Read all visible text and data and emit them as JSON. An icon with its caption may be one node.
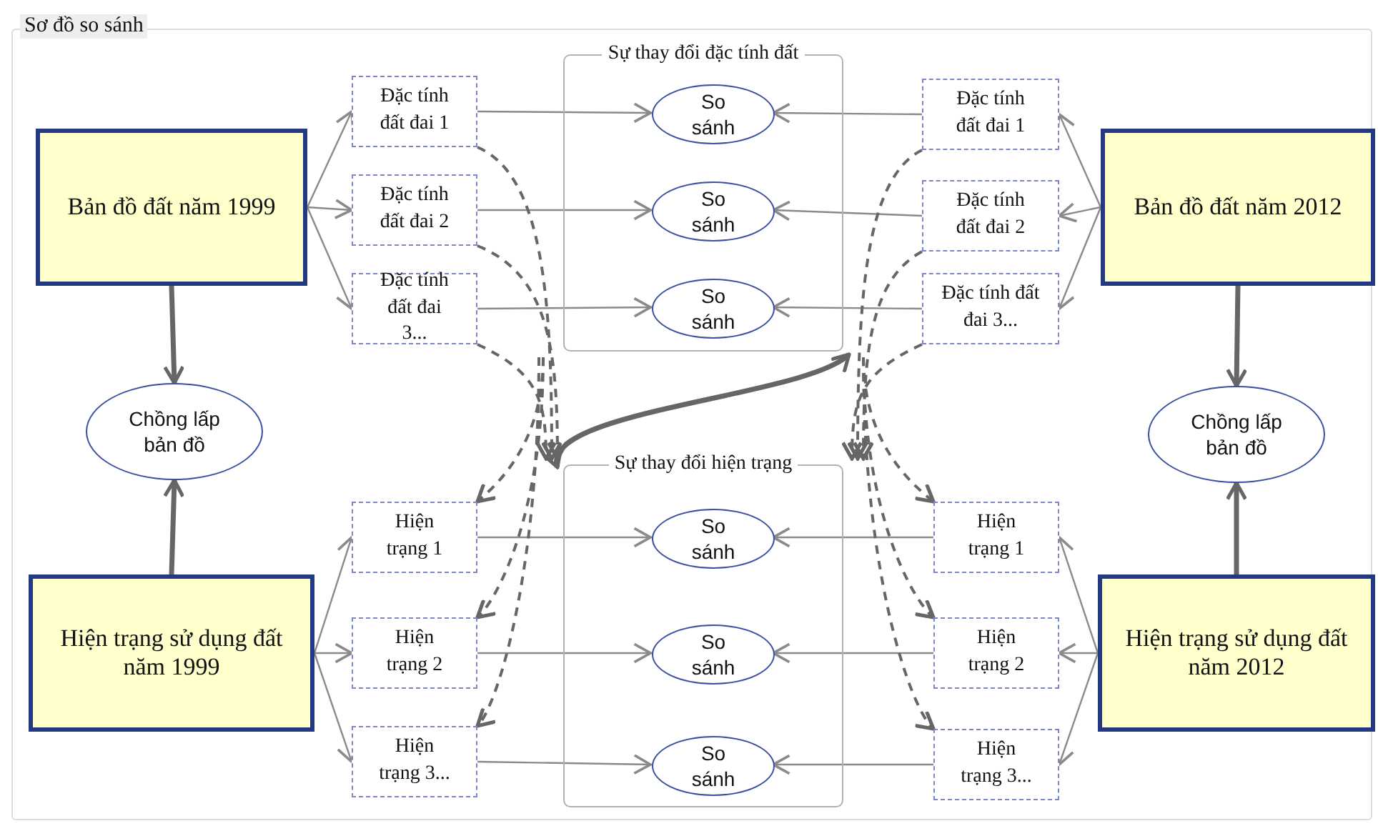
{
  "diagram": {
    "title": "Sơ đồ so sánh",
    "nodes": [
      {
        "text": [
          "Bản đồ đất năm 1999"
        ]
      },
      {
        "text": [
          "Đặc tính đất đai 1"
        ]
      },
      {
        "text": [
          "Đặc tính đất đai 2"
        ]
      },
      {
        "text": [
          "Đặc tính đất đai 3..."
        ]
      },
      {
        "text": [
          "Sự thay đổi đặc tính đất"
        ]
      },
      {
        "text": [
          "So sánh"
        ],
        "in": 4
      },
      {
        "text": [
          "So sánh"
        ],
        "in": 4
      },
      {
        "text": [
          "So sánh"
        ],
        "in": 4
      },
      {
        "text": [
          "Đặc tính đất đai 1"
        ]
      },
      {
        "text": [
          "Đặc tính đất đai 2"
        ]
      },
      {
        "text": [
          "Đặc tính đất đai 3..."
        ]
      },
      {
        "text": [
          "Bản đồ đất năm 2012"
        ]
      },
      {
        "text": [
          "Chồng lấp bản đồ"
        ]
      },
      {
        "text": [
          "Chồng lấp bản đồ"
        ]
      },
      {
        "text": [
          "Hiện trạng sử dụng đất năm 1999"
        ]
      },
      {
        "text": [
          "Hiện trạng 1"
        ]
      },
      {
        "text": [
          "Hiện trạng 2"
        ]
      },
      {
        "text": [
          "Hiện trạng 3..."
        ]
      },
      {
        "text": [
          "Sự thay đổi hiện trạng"
        ]
      },
      {
        "text": [
          "So sánh"
        ],
        "in": 18
      },
      {
        "text": [
          "So sánh"
        ],
        "in": 18
      },
      {
        "text": [
          "So sánh"
        ],
        "in": 18
      },
      {
        "text": [
          "Hiện trạng 1"
        ]
      },
      {
        "text": [
          "Hiện trạng 2"
        ]
      },
      {
        "text": [
          "Hiện trạng 3..."
        ]
      },
      {
        "text": [
          "Hiện trạng sử dụng đất năm 2012"
        ]
      }
    ],
    "edges": [
      {
        "from": 0,
        "to": 1,
        "arrow": "to"
      },
      {
        "from": 0,
        "to": 2,
        "arrow": "to"
      },
      {
        "from": 0,
        "to": 3,
        "arrow": "to"
      },
      {
        "from": 1,
        "to": 5,
        "arrow": "to"
      },
      {
        "from": 2,
        "to": 6,
        "arrow": "to"
      },
      {
        "from": 3,
        "to": 7,
        "arrow": "to"
      },
      {
        "from": 8,
        "to": 5,
        "arrow": "to"
      },
      {
        "from": 9,
        "to": 6,
        "arrow": "to"
      },
      {
        "from": 10,
        "to": 7,
        "arrow": "to"
      },
      {
        "from": 11,
        "to": 8,
        "arrow": "to"
      },
      {
        "from": 11,
        "to": 9,
        "arrow": "to"
      },
      {
        "from": 11,
        "to": 10,
        "arrow": "to"
      },
      {
        "from": 0,
        "to": 12,
        "arrow": "to",
        "style": "thick",
        "color": "#666666"
      },
      {
        "from": 14,
        "to": 12,
        "arrow": "to",
        "style": "thick",
        "color": "#666666"
      },
      {
        "from": 11,
        "to": 13,
        "arrow": "to",
        "style": "thick",
        "color": "#666666"
      },
      {
        "from": 25,
        "to": 13,
        "arrow": "to",
        "style": "thick",
        "color": "#666666"
      },
      {
        "from": 14,
        "to": 15,
        "arrow": "to"
      },
      {
        "from": 14,
        "to": 16,
        "arrow": "to"
      },
      {
        "from": 14,
        "to": 17,
        "arrow": "to"
      },
      {
        "from": 15,
        "to": 19,
        "arrow": "to"
      },
      {
        "from": 16,
        "to": 20,
        "arrow": "to"
      },
      {
        "from": 17,
        "to": 21,
        "arrow": "to"
      },
      {
        "from": 22,
        "to": 19,
        "arrow": "to"
      },
      {
        "from": 23,
        "to": 20,
        "arrow": "to"
      },
      {
        "from": 24,
        "to": 21,
        "arrow": "to"
      },
      {
        "from": 25,
        "to": 22,
        "arrow": "to"
      },
      {
        "from": 25,
        "to": 23,
        "arrow": "to"
      },
      {
        "from": 25,
        "to": 24,
        "arrow": "to"
      },
      {
        "from": 18,
        "to": 4,
        "arrow": "both",
        "style": "thick",
        "color": "#666666"
      },
      {
        "from": 1,
        "to": 18,
        "arrow": "to",
        "style": "dashed",
        "color": "#666666"
      },
      {
        "from": 2,
        "to": 18,
        "arrow": "to",
        "style": "dashed",
        "color": "#666666"
      },
      {
        "from": 3,
        "to": 18,
        "arrow": "to",
        "style": "dashed",
        "color": "#666666"
      },
      {
        "from": 8,
        "to": 18,
        "arrow": "to",
        "style": "dashed",
        "color": "#666666"
      },
      {
        "from": 9,
        "to": 18,
        "arrow": "to",
        "style": "dashed",
        "color": "#666666"
      },
      {
        "from": 10,
        "to": 18,
        "arrow": "to",
        "style": "dashed",
        "color": "#666666"
      },
      {
        "from": 4,
        "to": 15,
        "arrow": "to",
        "style": "dashed",
        "color": "#666666"
      },
      {
        "from": 4,
        "to": 16,
        "arrow": "to",
        "style": "dashed",
        "color": "#666666"
      },
      {
        "from": 4,
        "to": 17,
        "arrow": "to",
        "style": "dashed",
        "color": "#666666"
      },
      {
        "from": 4,
        "to": 22,
        "arrow": "to",
        "style": "dashed",
        "color": "#666666"
      },
      {
        "from": 4,
        "to": 23,
        "arrow": "to",
        "style": "dashed",
        "color": "#666666"
      },
      {
        "from": 4,
        "to": 24,
        "arrow": "to",
        "style": "dashed",
        "color": "#666666"
      }
    ]
  }
}
